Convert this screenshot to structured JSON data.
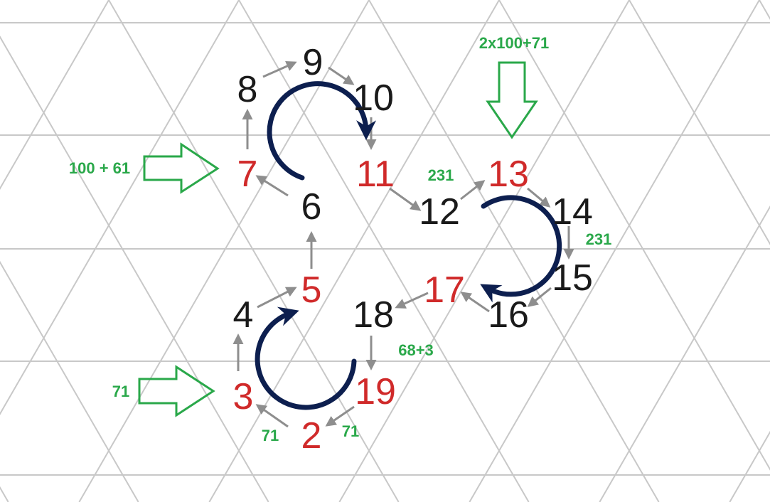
{
  "colors": {
    "grid": "#c8c8c8",
    "black_number": "#1a1a1a",
    "red_number": "#d02a2a",
    "step_arrow": "#8e8e8e",
    "loop_arrow": "#0d1f4f",
    "annotation": "#2aa84a"
  },
  "numbers": [
    {
      "id": "n2",
      "label": "2",
      "color": "red"
    },
    {
      "id": "n3",
      "label": "3",
      "color": "red"
    },
    {
      "id": "n4",
      "label": "4",
      "color": "black"
    },
    {
      "id": "n5",
      "label": "5",
      "color": "red"
    },
    {
      "id": "n6",
      "label": "6",
      "color": "black"
    },
    {
      "id": "n7",
      "label": "7",
      "color": "red"
    },
    {
      "id": "n8",
      "label": "8",
      "color": "black"
    },
    {
      "id": "n9",
      "label": "9",
      "color": "black"
    },
    {
      "id": "n10",
      "label": "10",
      "color": "black"
    },
    {
      "id": "n11",
      "label": "11",
      "color": "red"
    },
    {
      "id": "n12",
      "label": "12",
      "color": "black"
    },
    {
      "id": "n13",
      "label": "13",
      "color": "red"
    },
    {
      "id": "n14",
      "label": "14",
      "color": "black"
    },
    {
      "id": "n15",
      "label": "15",
      "color": "black"
    },
    {
      "id": "n16",
      "label": "16",
      "color": "black"
    },
    {
      "id": "n17",
      "label": "17",
      "color": "red"
    },
    {
      "id": "n18",
      "label": "18",
      "color": "black"
    },
    {
      "id": "n19",
      "label": "19",
      "color": "red"
    }
  ],
  "annotations": {
    "top_right": "2x100+71",
    "left_upper": "100 + 61",
    "near_13": "231",
    "near_15": "231",
    "near_19": "68+3",
    "left_lower": "71",
    "bottom_left_of_2": "71",
    "bottom_right_of_2": "71"
  }
}
